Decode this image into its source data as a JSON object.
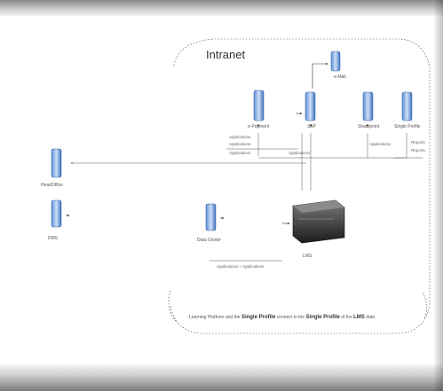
{
  "title": "Intranet",
  "servers": {
    "top": "e-Mail",
    "payroll": "e-Payment",
    "sap": "SAP",
    "sharepoint": "Sharepoint",
    "single": "Single Profile",
    "left1": "HeadOffice",
    "left2": "DMS",
    "data_center": "Data Center",
    "lms": "LMS"
  },
  "connector_labels": {
    "payroll_lines": [
      "Applications",
      "Applications",
      "Applications"
    ],
    "sap_line": "Applications",
    "sharepoint_line": "Applications",
    "single_lines": [
      "Reports",
      "Reports"
    ],
    "data_center_line": "Applications + Applications"
  },
  "bottom_text": {
    "pre": "Learning Platform and the",
    "b1": "Single Profile",
    "mid": "connect to the",
    "b2": "Single Profile",
    "mid2": "of the",
    "b3": "LMS",
    "post": "data"
  }
}
